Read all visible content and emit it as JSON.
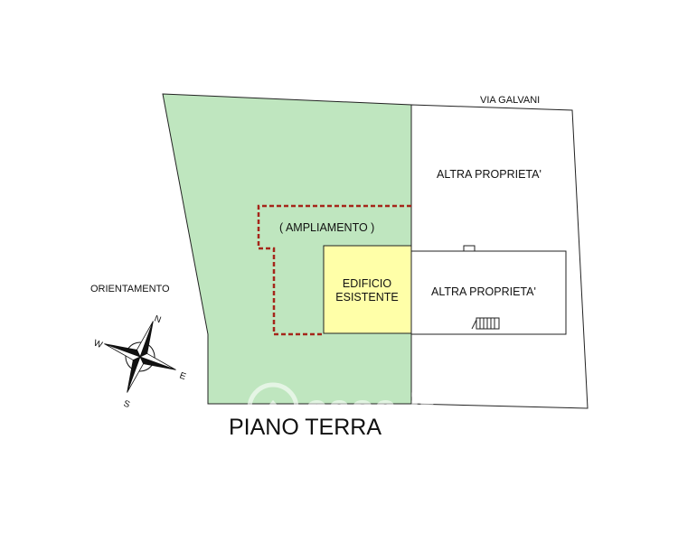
{
  "plan": {
    "street_label": "VIA GALVANI",
    "neighbor_top_label": "ALTRA PROPRIETA'",
    "neighbor_bottom_label": "ALTRA PROPRIETA'",
    "extension_label": "( AMPLIAMENTO )",
    "existing_building_label_line1": "EDIFICIO",
    "existing_building_label_line2": "ESISTENTE",
    "orientation_label": "ORIENTAMENTO",
    "floor_title": "PIANO TERRA"
  },
  "compass": {
    "north": "N",
    "east": "E",
    "south": "S",
    "west": "W"
  },
  "watermark": {
    "text": "casa.it"
  },
  "colors": {
    "garden_green": "#bfe6bf",
    "existing_building_yellow": "#ffffa8",
    "extension_dashed": "#a5261a",
    "outline": "#222222"
  }
}
